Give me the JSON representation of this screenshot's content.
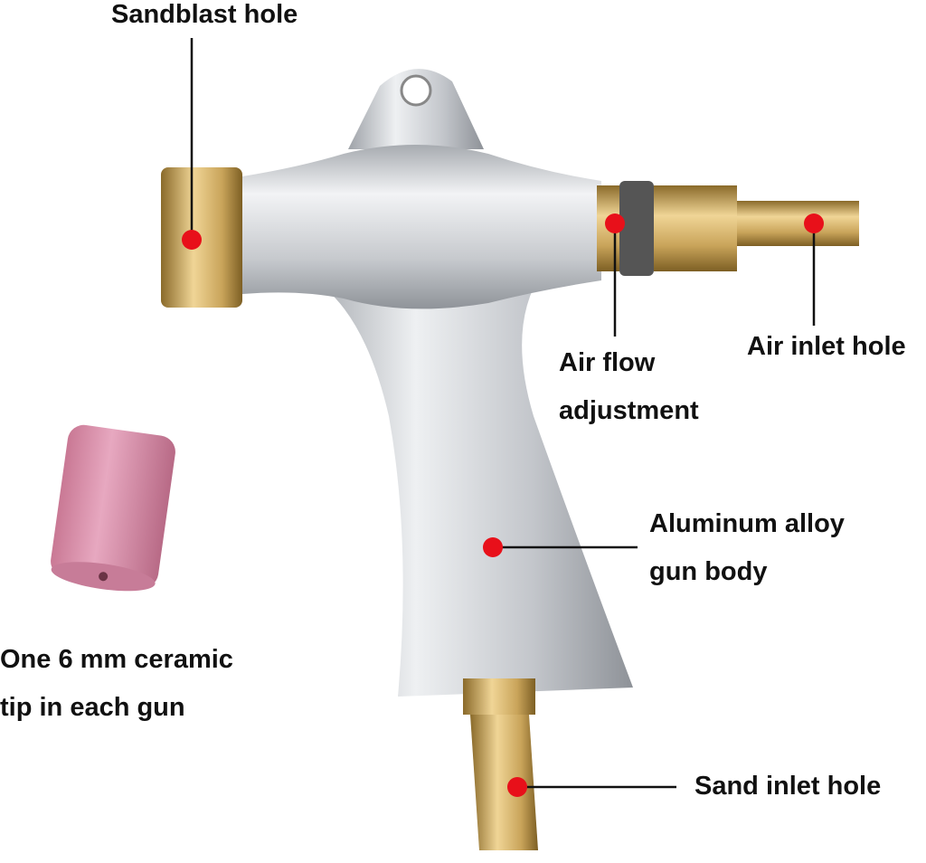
{
  "labels": {
    "sandblast_hole": "Sandblast hole",
    "air_flow_line1": "Air flow",
    "air_flow_line2": "adjustment",
    "air_inlet_hole": "Air inlet hole",
    "gun_body_line1": "Aluminum alloy",
    "gun_body_line2": "gun body",
    "ceramic_line1": "One 6 mm ceramic",
    "ceramic_line2": "tip in each gun",
    "sand_inlet_hole": "Sand inlet hole"
  },
  "colors": {
    "marker": "#e8101a",
    "leader_line": "#111111",
    "brass": "#c9a45a",
    "aluminum": "#c9ccd0",
    "ceramic": "#d98aa8"
  }
}
